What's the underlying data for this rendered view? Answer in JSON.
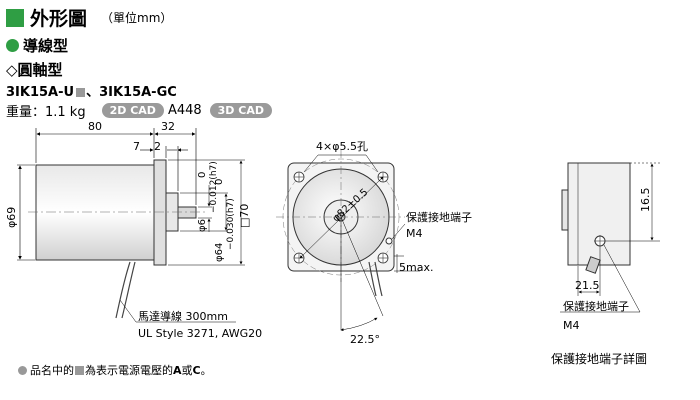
{
  "header": {
    "title": "外形圖",
    "unit": "（單位mm）",
    "accent_color": "#2f9e44"
  },
  "subtitle_type": "導線型",
  "subtitle_shaft": "◇圓軸型",
  "model": {
    "name_a": "3IK15A-U",
    "separator": "、",
    "name_b": "3IK15A-GC"
  },
  "weight": {
    "label": "重量：1.1 kg",
    "cad2d": "2D CAD",
    "cad2d_code": "A448",
    "cad3d": "3D CAD",
    "cad_color": "#9a9a9a"
  },
  "side_view": {
    "dim_80": "80",
    "dim_32": "32",
    "dim_7": "7",
    "dim_2": "2",
    "dim_69": "φ69",
    "shaft_dia": "φ6",
    "shaft_tol": "−0.012(h7)",
    "shaft_tol_top": "0",
    "pilot_dia": "φ64",
    "pilot_tol": "−0.030(h7)",
    "pilot_tol_top": "0",
    "square": "□70",
    "lead_label": "馬達導線 300mm",
    "lead_spec": "UL Style 3271, AWG20"
  },
  "front_view": {
    "holes": "4×φ5.5孔",
    "pcd": "φ82±0.5",
    "ground_label": "保護接地端子",
    "ground_screw": "M4",
    "max_dim": "5max.",
    "angle": "22.5°"
  },
  "detail_view": {
    "dim_16_5": "16.5",
    "dim_21_5": "21.5",
    "ground_label": "保護接地端子",
    "ground_screw": "M4",
    "caption": "保護接地端子詳圖"
  },
  "footnote": {
    "prefix": "品名中的",
    "suffix": "為表示電源電壓的",
    "letter_a": "A",
    "or": "或",
    "letter_c": "C",
    "end": "。"
  }
}
